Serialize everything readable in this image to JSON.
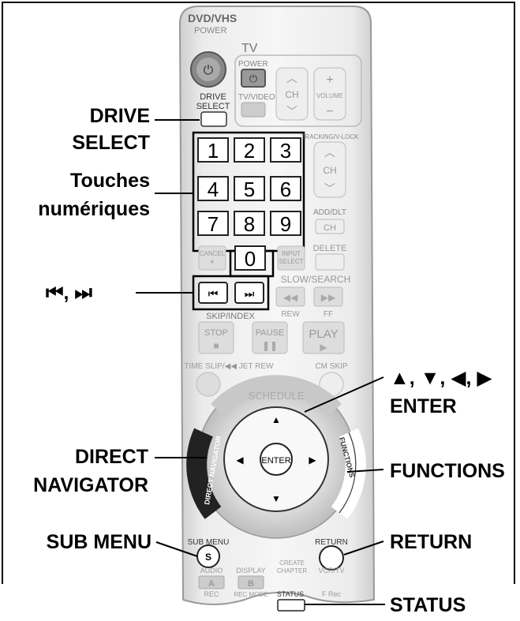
{
  "remote": {
    "top_label_1": "DVD/VHS",
    "top_label_2": "POWER",
    "tv_label": "TV",
    "tv_power": "POWER",
    "ch": "CH",
    "volume": "VOLUME",
    "tv_video": "TV/VIDEO",
    "drive_select_1": "DRIVE",
    "drive_select_2": "SELECT",
    "tracking": "TRACKING/V-LOCK",
    "keys": [
      "1",
      "2",
      "3",
      "4",
      "5",
      "6",
      "7",
      "8",
      "9",
      "0"
    ],
    "add_dlt": "ADD/DLT",
    "cancel": "CANCEL",
    "input_select_1": "INPUT",
    "input_select_2": "SELECT",
    "delete": "DELETE",
    "slow_search": "SLOW/SEARCH",
    "skip_index": "SKIP/INDEX",
    "rew": "REW",
    "ff": "FF",
    "stop": "STOP",
    "pause": "PAUSE",
    "play": "PLAY",
    "time_slip": "TIME SLIP/◀◀ JET REW",
    "cm_skip": "CM SKIP",
    "schedule": "SCHEDULE",
    "direct_navigator": "DIRECT NAVIGATOR",
    "functions": "FUNCTIONS",
    "enter": "ENTER",
    "sub_menu": "SUB MENU",
    "s_key": "S",
    "return": "RETURN",
    "audio": "AUDIO",
    "display": "DISPLAY",
    "create_chapter_1": "CREATE",
    "create_chapter_2": "CHAPTER",
    "vcr_tv": "VCR/TV",
    "a_key": "A",
    "b_key": "B",
    "rec": "REC",
    "rec_mode": "REC MODE",
    "status": "STATUS",
    "f_rec": "F Rec"
  },
  "callouts": {
    "drive_select_1": "DRIVE",
    "drive_select_2": "SELECT",
    "touches_1": "Touches",
    "touches_2": "numériques",
    "skip": "⏮, ⏭",
    "arrows": "▲, ▼, ◀, ▶",
    "enter": "ENTER",
    "direct_1": "DIRECT",
    "direct_2": "NAVIGATOR",
    "functions": "FUNCTIONS",
    "sub_menu": "SUB MENU",
    "return": "RETURN",
    "status": "STATUS"
  }
}
